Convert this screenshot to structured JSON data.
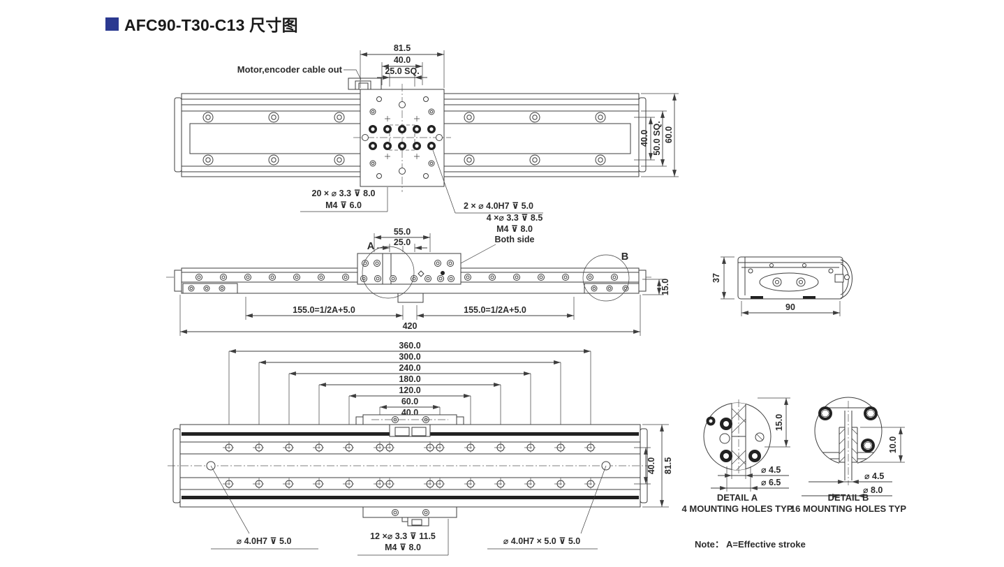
{
  "title": {
    "text": "AFC90-T30-C13 尺寸图",
    "accent_color": "#2b3990"
  },
  "top_view": {
    "cable_label": "Motor,encoder cable out",
    "dim_81_5": "81.5",
    "dim_40": "40.0",
    "dim_25sq": "25.0 SQ.",
    "dim_v40": "40.0",
    "dim_v50sq": "50.0 SQ.",
    "dim_v60": "60.0",
    "callout_20_l1": "20 × ⌀ 3.3 ⊽ 8.0",
    "callout_20_l2": "M4 ⊽ 6.0",
    "callout_2": "2 × ⌀ 4.0H7 ⊽  5.0",
    "callout_4_l1": "4 ×⌀ 3.3 ⊽  8.5",
    "callout_4_l2": "M4 ⊽ 8.0",
    "callout_4_l3": "Both side"
  },
  "front_view": {
    "detail_a_label": "A",
    "detail_b_label": "B",
    "dim_55": "55.0",
    "dim_25": "25.0",
    "dim_left_155": "155.0=1/2A+5.0",
    "dim_right_155": "155.0=1/2A+5.0",
    "dim_420": "420",
    "dim_15": "15.0"
  },
  "side_view": {
    "dim_37": "37",
    "dim_90": "90"
  },
  "bottom_view": {
    "dims_stack": [
      "360.0",
      "300.0",
      "240.0",
      "180.0",
      "120.0",
      "60.0",
      "40.0"
    ],
    "dim_v40": "40.0",
    "dim_v81_5": "81.5",
    "callout_left": "⌀ 4.0H7 ⊽  5.0",
    "callout_center_l1": "12 ×⌀ 3.3 ⊽ 11.5",
    "callout_center_l2": "M4 ⊽ 8.0",
    "callout_right": "⌀ 4.0H7 × 5.0 ⊽ 5.0"
  },
  "detail_a": {
    "name": "DETAIL A",
    "sub": "4 MOUNTING HOLES TYP",
    "dim_15": "15.0",
    "dim_d45": "⌀ 4.5",
    "dim_d65": "⌀ 6.5"
  },
  "detail_b": {
    "name": "DETAIL B",
    "sub": "16 MOUNTING HOLES TYP",
    "dim_10": "10.0",
    "dim_d45": "⌀ 4.5",
    "dim_d80": "⌀ 8.0"
  },
  "note": "Note：  A=Effective stroke",
  "colors": {
    "line": "#3d3d3d",
    "text": "#2b2b2b"
  }
}
